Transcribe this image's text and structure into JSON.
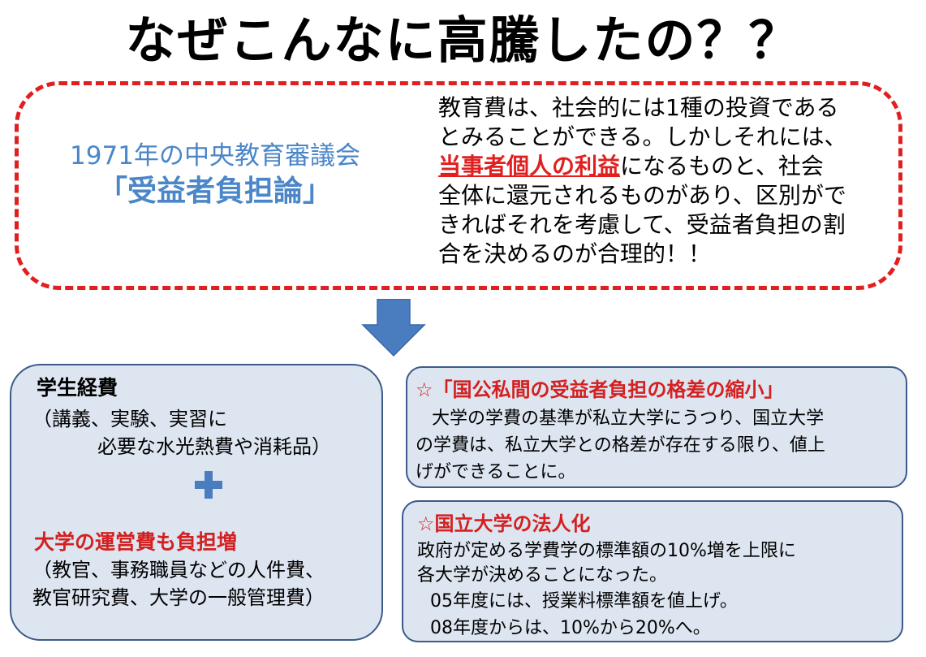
{
  "title": "なぜこんなに高騰したの？？",
  "council": {
    "line1": "1971年の中央教育審議会",
    "line2": "「受益者負担論」"
  },
  "explanation": {
    "line1": "教育費は、社会的には1種の投資である",
    "line2": "とみることができる。しかしそれには、",
    "line3_highlight": "当事者個人の利益",
    "line3_rest": "になるものと、社会",
    "line4": "全体に還元されるものがあり、区別がで",
    "line5": "きればそれを考慮して、受益者負担の割",
    "line6": "合を決めるのが合理的！！"
  },
  "left_panel": {
    "heading": "学生経費",
    "sub1": "（講義、実験、実習に",
    "sub2": "必要な水光熱費や消耗品）",
    "plus_icon": "plus-icon",
    "heading2": "大学の運営費も負担増",
    "sub3": "（教官、事務職員などの人件費、",
    "sub4": "教官研究費、大学の一般管理費）"
  },
  "right_top": {
    "heading": "☆「国公私間の受益者負担の格差の縮小」",
    "line1": "大学の学費の基準が私立大学にうつり、国立大学",
    "line2": "の学費は、私立大学との格差が存在する限り、値上",
    "line3": "げができることに。"
  },
  "right_bottom": {
    "heading": "☆国立大学の法人化",
    "line1": "政府が定める学費学の標準額の10%増を上限に",
    "line2": "各大学が決めることになった。",
    "line3": "05年度には、授業料標準額を値上げ。",
    "line4": "08年度からは、10%から20%へ。"
  },
  "colors": {
    "red": "#e02020",
    "blue_text": "#4a86c8",
    "panel_bg": "#dde5f0",
    "panel_border": "#3c5a8a",
    "arrow": "#4a7cc0"
  }
}
